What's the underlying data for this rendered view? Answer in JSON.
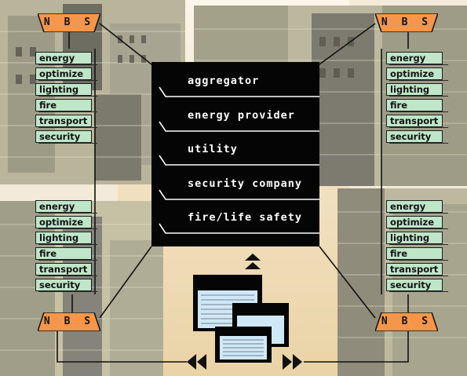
{
  "diagram": {
    "center_panel_items": [
      "aggregator",
      "energy provider",
      "utility",
      "security company",
      "fire/life safety"
    ],
    "nbs_label": "N B S",
    "service_lists": {
      "top_left": [
        "energy",
        "optimize",
        "lighting",
        "fire",
        "transport",
        "security"
      ],
      "top_right": [
        "energy",
        "optimize",
        "lighting",
        "fire",
        "transport",
        "security"
      ],
      "bottom_left": [
        "energy",
        "optimize",
        "lighting",
        "fire",
        "transport",
        "security"
      ],
      "bottom_right": [
        "energy",
        "optimize",
        "lighting",
        "fire",
        "transport",
        "security"
      ]
    }
  },
  "colors": {
    "nbs_fill": "#f5964a",
    "service_fill": "#bfe6c9",
    "panel_fill": "#050505",
    "window_fill": "#cfe8f7"
  }
}
